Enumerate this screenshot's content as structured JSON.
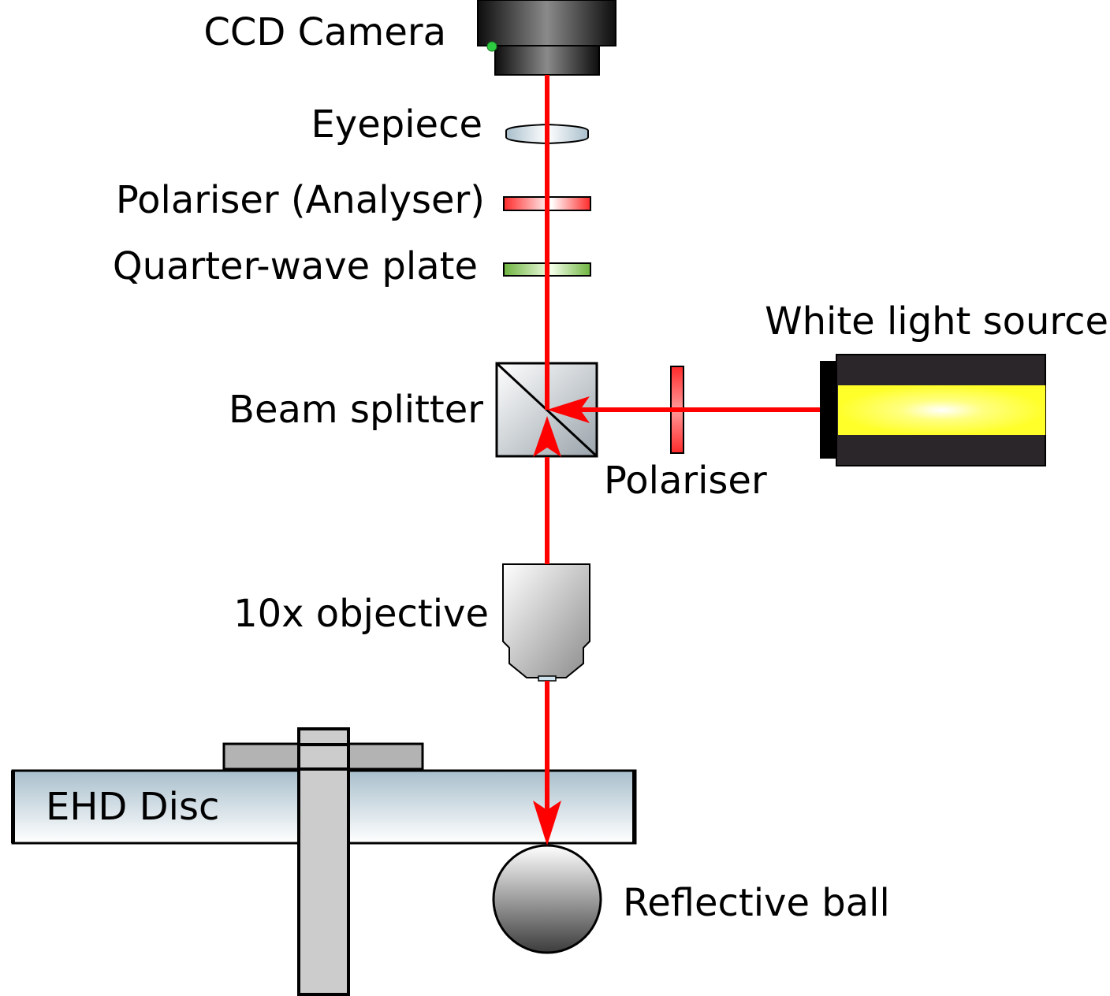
{
  "labels": {
    "ccd_camera": "CCD Camera",
    "eyepiece": "Eyepiece",
    "analyser": "Polariser (Analyser)",
    "quarter_wave": "Quarter-wave plate",
    "white_light": "White light source",
    "beam_splitter": "Beam splitter",
    "polariser": "Polariser",
    "objective": "10x objective",
    "ehd_disc": "EHD Disc",
    "ball": "Reflective ball"
  },
  "colors": {
    "beam": "#ff0000",
    "camera_body": "#1a1a1a",
    "indicator_led": "#2ecc40",
    "light_source_body": "#2b2629",
    "light_source_lamp": "#ffff33",
    "filter_red": "#ff3b3b",
    "filter_green": "#7bc043",
    "disc": "#b9ccd6",
    "ball": "#555555"
  }
}
